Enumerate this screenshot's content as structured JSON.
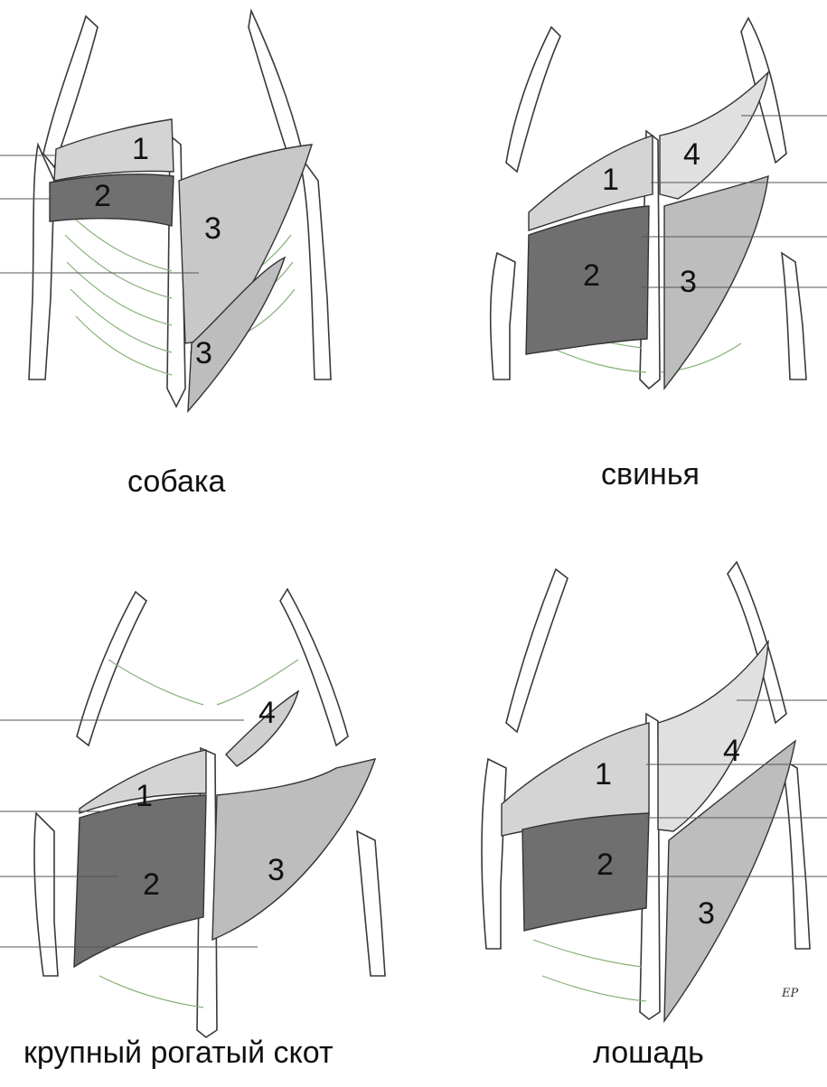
{
  "colors": {
    "bone_stroke": "#3a3a3a",
    "rib_green": "#86b07a",
    "muscle_light": "#cfcfcf",
    "muscle_dark": "#6f6f6f",
    "pointer_line": "#555555"
  },
  "panels": [
    {
      "id": "dog",
      "caption": "собака",
      "numbers": [
        "1",
        "2",
        "3",
        "3"
      ]
    },
    {
      "id": "pig",
      "caption": "свинья",
      "numbers": [
        "4",
        "1",
        "2",
        "3"
      ]
    },
    {
      "id": "cattle",
      "caption": "крупный рогатый скот",
      "numbers": [
        "4",
        "1",
        "2",
        "3"
      ]
    },
    {
      "id": "horse",
      "caption": "лошадь",
      "numbers": [
        "1",
        "4",
        "2",
        "3"
      ],
      "signature": "EP"
    }
  ]
}
